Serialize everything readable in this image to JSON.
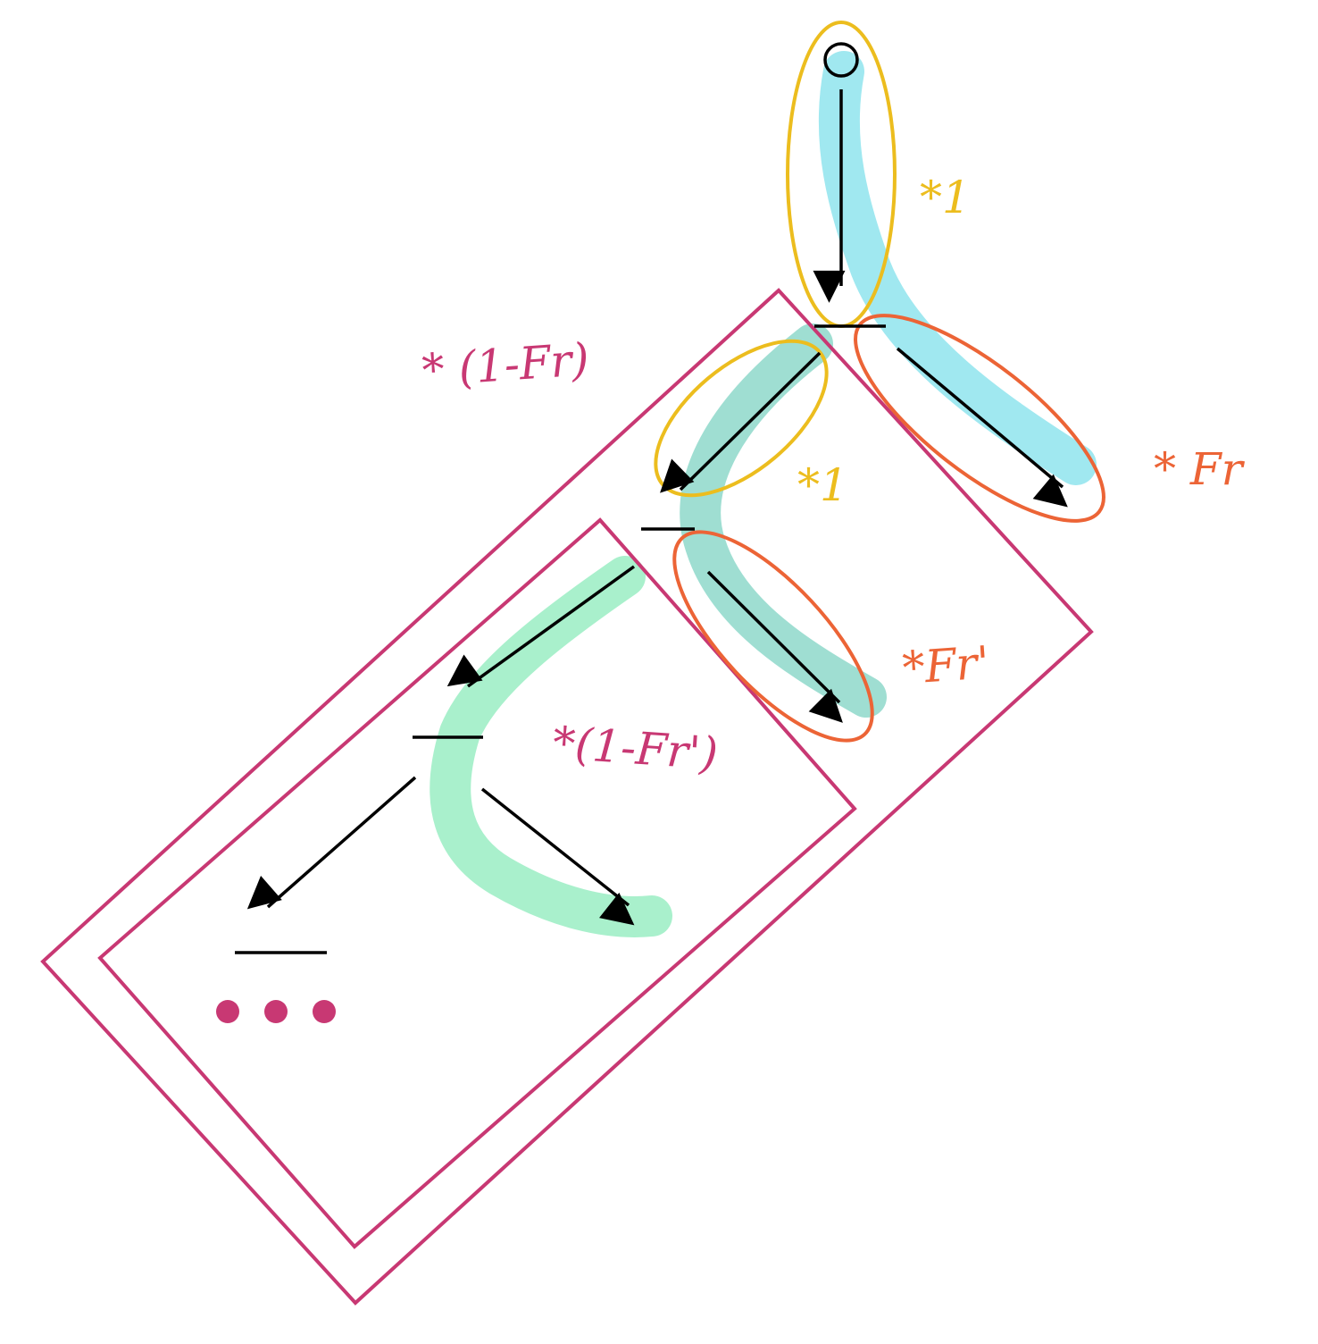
{
  "labels": {
    "top_weight": "*1",
    "right_weight": "* Fr",
    "one_minus_fr": "* (1-Fr)",
    "mid_weight": "*1",
    "fr_prime": "*Fr'",
    "one_minus_fr_prime": "*(1-Fr')"
  },
  "colors": {
    "cyan_highlight": "#a0e8f0",
    "teal_highlight": "#9fded2",
    "green_highlight": "#a9f0cc",
    "yellow": "#ecbd1e",
    "orange": "#ec6436",
    "magenta": "#c83873",
    "black": "#000000"
  }
}
